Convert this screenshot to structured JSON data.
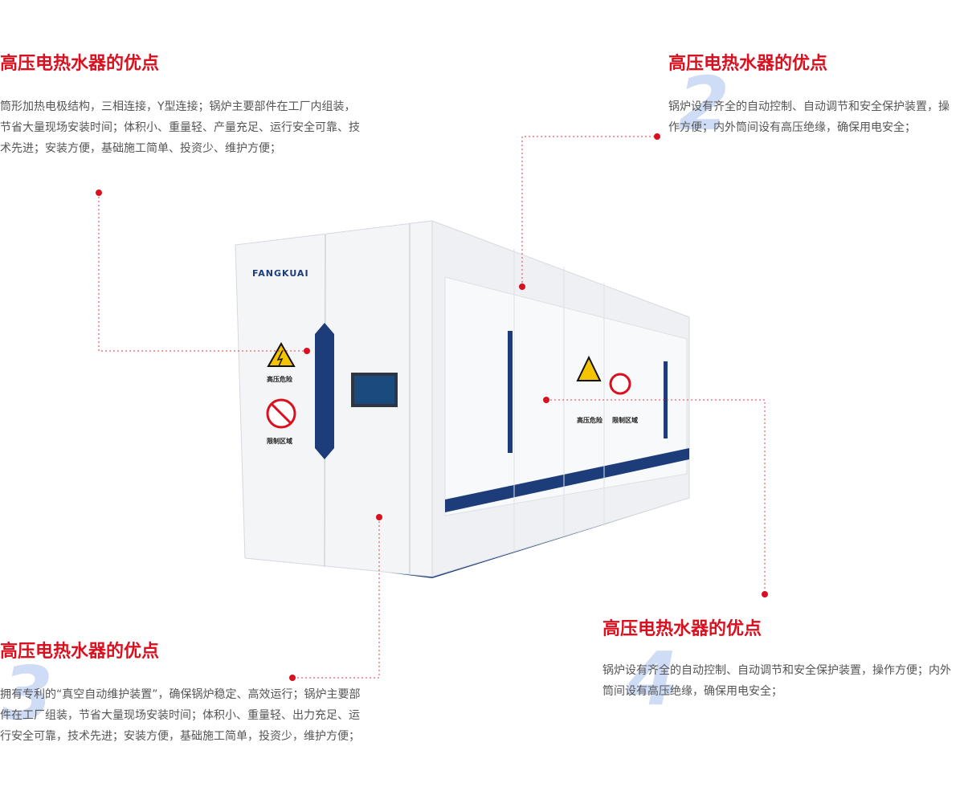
{
  "features": [
    {
      "title": "高压电热水器的优点",
      "description": "筒形加热电极结构，三相连接，Y型连接；锅炉主要部件在工厂内组装，节省大量现场安装时间；体积小、重量轻、产量充足、运行安全可靠、技术先进；安装方便，基础施工简单、投资少、维护方便；"
    },
    {
      "number": "2",
      "title": "高压电热水器的优点",
      "description": "锅炉设有齐全的自动控制、自动调节和安全保护装置，操作方便；内外筒间设有高压绝缘，确保用电安全；"
    },
    {
      "number": "3",
      "title": "高压电热水器的优点",
      "description": "拥有专利的“真空自动维护装置”，确保锅炉稳定、高效运行；锅炉主要部件在工厂组装，节省大量现场安装时间；体积小、重量轻、出力充足、运行安全可靠，技术先进；安装方便，基础施工简单，投资少，维护方便；"
    },
    {
      "number": "4",
      "title": "高压电热水器的优点",
      "description": "锅炉设有齐全的自动控制、自动调节和安全保护装置，操作方便；内外筒间设有高压绝缘，确保用电安全；"
    }
  ],
  "product": {
    "brand": "FANGKUAI",
    "sign_high_voltage": "高压危险",
    "sign_restricted": "限制区域",
    "sign_restricted_right": "限制区域"
  },
  "colors": {
    "accent": "#d9101f",
    "number": "#cfdcf6",
    "stripe": "#1d3d7a"
  }
}
